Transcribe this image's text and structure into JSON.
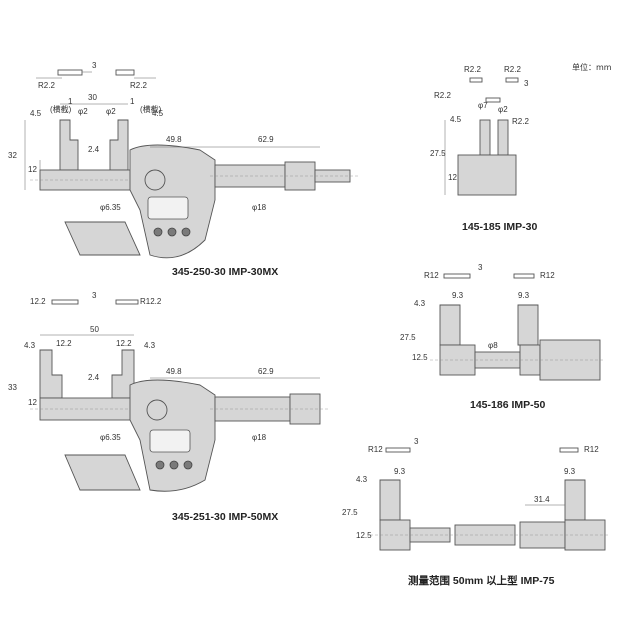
{
  "unit_label": "单位：mm",
  "models": [
    {
      "caption": "345-250-30  IMP-30MX",
      "dims": [
        "3",
        "R2.2",
        "R2.2",
        "30",
        "φ2",
        "φ2",
        "4.5",
        "(横截)",
        "(横截)",
        "1",
        "1",
        "4.5",
        "32",
        "12",
        "2.4",
        "49.8",
        "62.9",
        "φ6.35",
        "φ18"
      ]
    },
    {
      "caption": "145-185  IMP-30",
      "dims": [
        "R2.2",
        "R2.2",
        "R2.2",
        "φ7",
        "φ2",
        "R2.2",
        "4.5",
        "27.5",
        "12",
        "3"
      ]
    },
    {
      "caption": "345-251-30  IMP-50MX",
      "dims": [
        "12.2",
        "3",
        "R12.2",
        "50",
        "12.2",
        "12.2",
        "4.3",
        "4.3",
        "33",
        "12",
        "2.4",
        "49.8",
        "62.9",
        "φ6.35",
        "φ18"
      ]
    },
    {
      "caption": "145-186  IMP-50",
      "dims": [
        "R12",
        "3",
        "R12",
        "9.3",
        "9.3",
        "4.3",
        "27.5",
        "12.5",
        "φ8"
      ]
    },
    {
      "caption": "测量范围 50mm 以上型 IMP-75",
      "dims": [
        "R12",
        "3",
        "R12",
        "9.3",
        "9.3",
        "4.3",
        "27.5",
        "12.5",
        "31.4"
      ]
    }
  ]
}
